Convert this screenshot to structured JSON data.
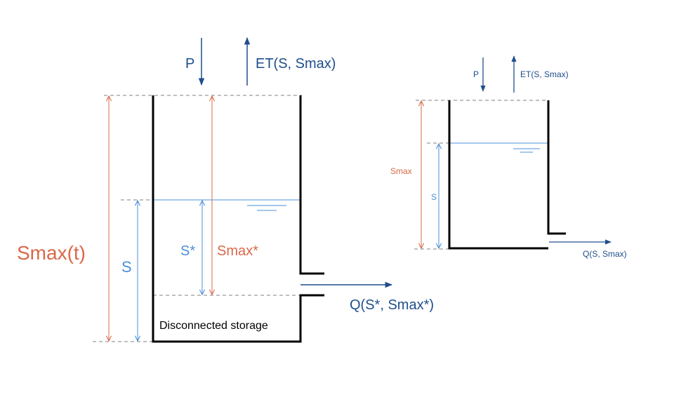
{
  "colors": {
    "blue_text": "#1f4e8c",
    "blue_line": "#4a90d9",
    "orange": "#d9694a",
    "black": "#000000",
    "gray_dash": "#808080"
  },
  "large_bucket": {
    "precip_label": "P",
    "et_label": "ET(S, Smax)",
    "smax_label": "Smax(t)",
    "s_label": "S",
    "sstar_label": "S*",
    "smaxstar_label": "Smax*",
    "outflow_label": "Q(S*, Smax*)",
    "disconnected_label": "Disconnected storage"
  },
  "small_bucket": {
    "precip_label": "P",
    "et_label": "ET(S, Smax)",
    "smax_label": "Smax",
    "s_label": "S",
    "outflow_label": "Q(S, Smax)"
  }
}
